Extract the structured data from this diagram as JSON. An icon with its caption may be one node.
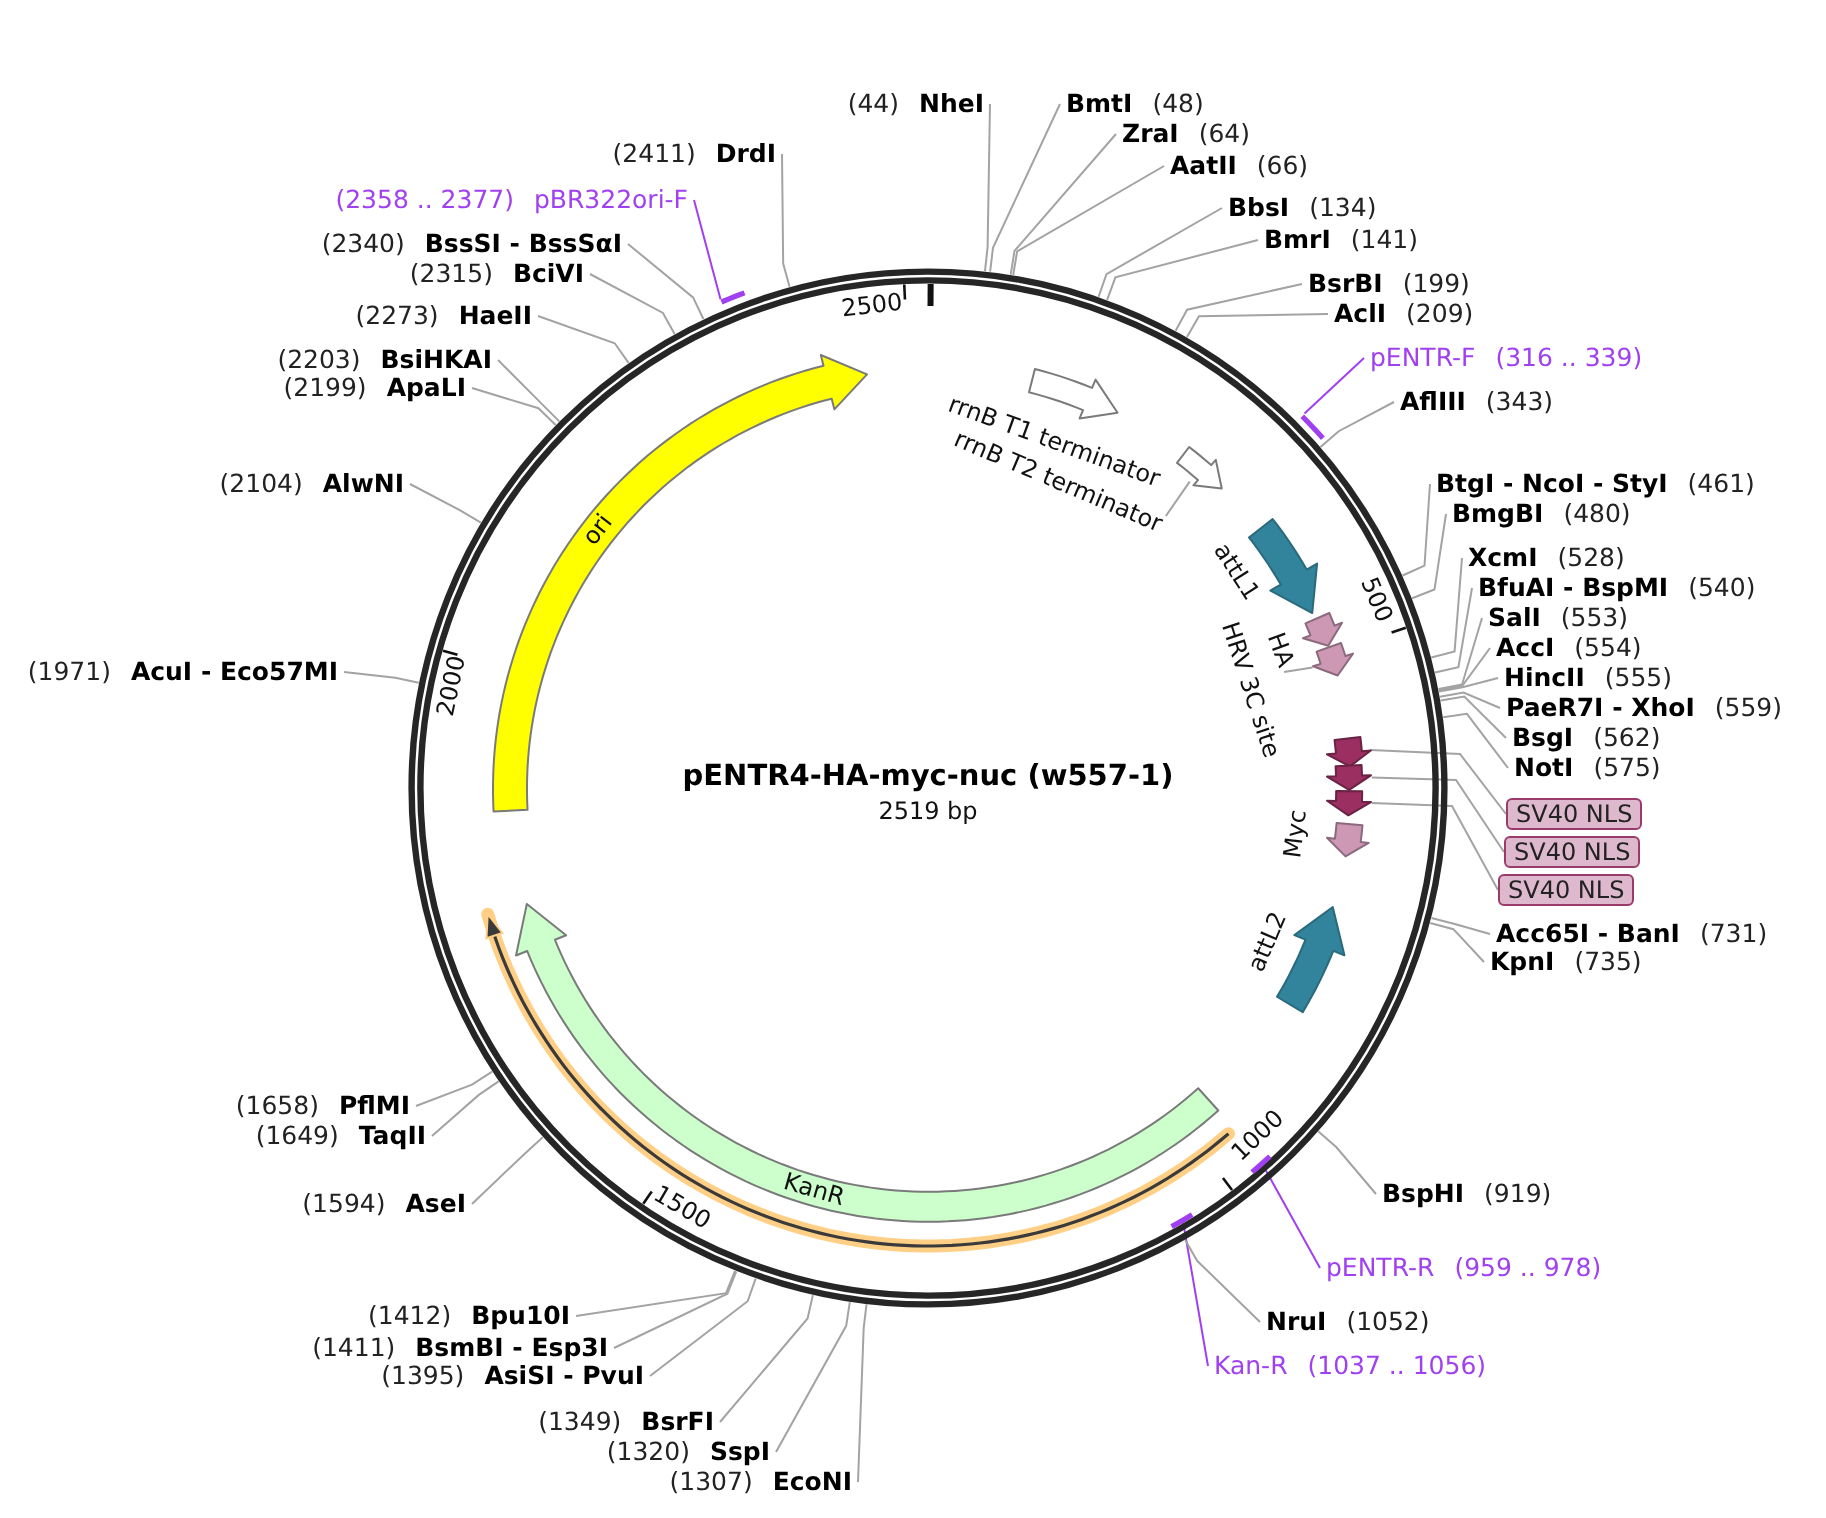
{
  "diagram": {
    "nodes": [
      {
        "text": [
          "pENTR4-HA-myc-nuc (w557-1)",
          "2519 bp"
        ]
      },
      {
        "text": [
          "ori"
        ],
        "in": 0
      },
      {
        "text": [],
        "shape": "arrow",
        "beside": [
          "rrnB T1 terminator"
        ],
        "in": 0
      },
      {
        "text": [
          "rrnB T2 terminator"
        ],
        "in": 0
      },
      {
        "text": [],
        "shape": "arrow",
        "in": 0
      },
      {
        "text": [],
        "shape": "arrow",
        "beside": [
          "attL1"
        ],
        "in": 0
      },
      {
        "text": [],
        "shape": "arrow",
        "beside": [
          "HA"
        ],
        "in": 0
      },
      {
        "text": [
          "HRV 3C site"
        ],
        "in": 0
      },
      {
        "text": [],
        "shape": "arrow",
        "in": 0
      },
      {
        "text": [],
        "shape": "arrow",
        "in": 0
      },
      {
        "text": [],
        "shape": "arrow",
        "in": 0
      },
      {
        "text": [],
        "shape": "arrow",
        "in": 0
      },
      {
        "text": [],
        "shape": "arrow",
        "beside": [
          "Myc"
        ],
        "in": 0
      },
      {
        "text": [],
        "shape": "arrow",
        "beside": [
          "attL2"
        ],
        "in": 0
      },
      {
        "text": [
          "KanR"
        ],
        "in": 0
      },
      {
        "text": [],
        "shape": "bar"
      },
      {
        "text": [],
        "shape": "bar"
      },
      {
        "text": [],
        "shape": "bar",
        "in": 0
      },
      {
        "text": [],
        "shape": "bar",
        "in": 0
      },
      {
        "text": [
          "(2358 .. 2377)",
          "pBR322ori-F"
        ]
      },
      {
        "text": [
          "pENTR-F",
          "(316 .. 339)"
        ]
      },
      {
        "text": [
          "pENTR-R",
          "(959 .. 978)"
        ]
      },
      {
        "text": [
          "Kan-R",
          "(1037 .. 1056)"
        ]
      },
      {
        "text": [
          "SV40 NLS"
        ]
      },
      {
        "text": [
          "SV40 NLS"
        ]
      },
      {
        "text": [
          "SV40 NLS"
        ]
      },
      {
        "text": [
          "(44)",
          "NheI"
        ]
      },
      {
        "text": [
          "BmtI",
          "(48)"
        ]
      },
      {
        "text": [
          "ZraI",
          "(64)"
        ]
      },
      {
        "text": [
          "AatII",
          "(66)"
        ]
      },
      {
        "text": [
          "BbsI",
          "(134)"
        ]
      },
      {
        "text": [
          "BmrI",
          "(141)"
        ]
      },
      {
        "text": [
          "BsrBI",
          "(199)"
        ]
      },
      {
        "text": [
          "AclI",
          "(209)"
        ]
      },
      {
        "text": [
          "AflIII",
          "(343)"
        ]
      },
      {
        "text": [
          "BtgI - NcoI - StyI",
          "(461)"
        ]
      },
      {
        "text": [
          "BmgBI",
          "(480)"
        ]
      },
      {
        "text": [
          "XcmI",
          "(528)"
        ]
      },
      {
        "text": [
          "BfuAI - BspMI",
          "(540)"
        ]
      },
      {
        "text": [
          "SalI",
          "(553)"
        ]
      },
      {
        "text": [
          "AccI",
          "(554)"
        ]
      },
      {
        "text": [
          "HincII",
          "(555)"
        ]
      },
      {
        "text": [
          "PaeR7I - XhoI",
          "(559)"
        ]
      },
      {
        "text": [
          "BsgI",
          "(562)"
        ]
      },
      {
        "text": [
          "NotI",
          "(575)"
        ]
      },
      {
        "text": [
          "Acc65I - BanI",
          "(731)"
        ]
      },
      {
        "text": [
          "KpnI",
          "(735)"
        ]
      },
      {
        "text": [
          "BspHI",
          "(919)"
        ]
      },
      {
        "text": [
          "NruI",
          "(1052)"
        ]
      },
      {
        "text": [
          "(1307)",
          "EcoNI"
        ]
      },
      {
        "text": [
          "(1320)",
          "SspI"
        ]
      },
      {
        "text": [
          "(1349)",
          "BsrFI"
        ]
      },
      {
        "text": [
          "(1395)",
          "AsiSI - PvuI"
        ]
      },
      {
        "text": [
          "(1411)",
          "BsmBI - Esp3I"
        ]
      },
      {
        "text": [
          "(1412)",
          "Bpu10I"
        ]
      },
      {
        "text": [
          "(1594)",
          "AseI"
        ]
      },
      {
        "text": [
          "(1649)",
          "TaqII"
        ]
      },
      {
        "text": [
          "(1658)",
          "PflMI"
        ]
      },
      {
        "text": [
          "(1971)",
          "AcuI - Eco57MI"
        ]
      },
      {
        "text": [
          "(2104)",
          "AlwNI"
        ]
      },
      {
        "text": [
          "(2199)",
          "ApaLI"
        ]
      },
      {
        "text": [
          "(2203)",
          "BsiHKAI"
        ]
      },
      {
        "text": [
          "(2273)",
          "HaeII"
        ]
      },
      {
        "text": [
          "(2315)",
          "BciVI"
        ]
      },
      {
        "text": [
          "(2340)",
          "BssSI - BssSαI"
        ]
      },
      {
        "text": [
          "(2411)",
          "DrdI"
        ]
      }
    ],
    "edges": [
      {
        "from": 3,
        "to": 4,
        "arrow": "none"
      },
      {
        "from": 7,
        "to": 8,
        "arrow": "none"
      },
      {
        "from": 23,
        "to": 9,
        "arrow": "none"
      },
      {
        "from": 24,
        "to": 10,
        "arrow": "none"
      },
      {
        "from": 25,
        "to": 11,
        "arrow": "none"
      },
      {
        "from": 19,
        "to": 15,
        "arrow": "none",
        "color": "#a040f0"
      },
      {
        "from": 20,
        "to": 16,
        "arrow": "none",
        "color": "#a040f0"
      },
      {
        "from": 21,
        "to": 17,
        "arrow": "none",
        "color": "#a040f0"
      },
      {
        "from": 22,
        "to": 18,
        "arrow": "none",
        "color": "#a040f0"
      },
      {
        "from": 26,
        "to": 0,
        "arrow": "none"
      },
      {
        "from": 27,
        "to": 0,
        "arrow": "none"
      },
      {
        "from": 28,
        "to": 0,
        "arrow": "none"
      },
      {
        "from": 29,
        "to": 0,
        "arrow": "none"
      },
      {
        "from": 30,
        "to": 0,
        "arrow": "none"
      },
      {
        "from": 31,
        "to": 0,
        "arrow": "none"
      },
      {
        "from": 32,
        "to": 0,
        "arrow": "none"
      },
      {
        "from": 33,
        "to": 0,
        "arrow": "none"
      },
      {
        "from": 34,
        "to": 0,
        "arrow": "none"
      },
      {
        "from": 35,
        "to": 0,
        "arrow": "none"
      },
      {
        "from": 36,
        "to": 0,
        "arrow": "none"
      },
      {
        "from": 37,
        "to": 0,
        "arrow": "none"
      },
      {
        "from": 38,
        "to": 0,
        "arrow": "none"
      },
      {
        "from": 39,
        "to": 0,
        "arrow": "none"
      },
      {
        "from": 40,
        "to": 0,
        "arrow": "none"
      },
      {
        "from": 41,
        "to": 0,
        "arrow": "none"
      },
      {
        "from": 42,
        "to": 0,
        "arrow": "none"
      },
      {
        "from": 43,
        "to": 0,
        "arrow": "none"
      },
      {
        "from": 44,
        "to": 0,
        "arrow": "none"
      },
      {
        "from": 45,
        "to": 0,
        "arrow": "none"
      },
      {
        "from": 46,
        "to": 0,
        "arrow": "none"
      },
      {
        "from": 47,
        "to": 0,
        "arrow": "none"
      },
      {
        "from": 48,
        "to": 0,
        "arrow": "none"
      },
      {
        "from": 49,
        "to": 0,
        "arrow": "none"
      },
      {
        "from": 50,
        "to": 0,
        "arrow": "none"
      },
      {
        "from": 51,
        "to": 0,
        "arrow": "none"
      },
      {
        "from": 52,
        "to": 0,
        "arrow": "none"
      },
      {
        "from": 53,
        "to": 0,
        "arrow": "none"
      },
      {
        "from": 54,
        "to": 0,
        "arrow": "none"
      },
      {
        "from": 55,
        "to": 0,
        "arrow": "none"
      },
      {
        "from": 56,
        "to": 0,
        "arrow": "none"
      },
      {
        "from": 57,
        "to": 0,
        "arrow": "none"
      },
      {
        "from": 58,
        "to": 0,
        "arrow": "none"
      },
      {
        "from": 59,
        "to": 0,
        "arrow": "none"
      },
      {
        "from": 60,
        "to": 0,
        "arrow": "none"
      },
      {
        "from": 61,
        "to": 0,
        "arrow": "none"
      },
      {
        "from": 62,
        "to": 0,
        "arrow": "none"
      },
      {
        "from": 63,
        "to": 0,
        "arrow": "none"
      },
      {
        "from": 64,
        "to": 0,
        "arrow": "none"
      },
      {
        "from": 65,
        "to": 0,
        "arrow": "none"
      }
    ],
    "labels": [
      "2500",
      "500",
      "2000",
      "1000",
      "1500"
    ]
  }
}
